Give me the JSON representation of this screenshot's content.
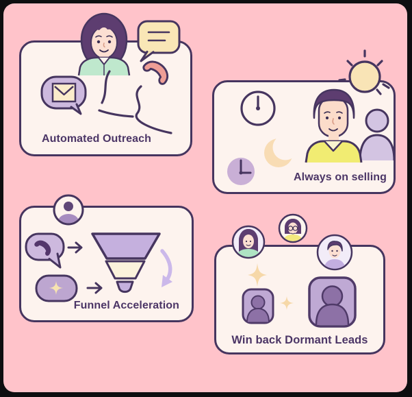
{
  "canvas": {
    "background_color": "#ffc3ca",
    "frame_color": "#0e0e10",
    "card_background": "#fdf3ee",
    "outline_color": "#46355f",
    "text_color": "#4b3566"
  },
  "cards": [
    {
      "id": "automated-outreach",
      "label": "Automated Outreach",
      "icons": [
        "woman-illustration",
        "chat-bubble-icon",
        "phone-icon",
        "email-bubble-icon",
        "motion-lines"
      ]
    },
    {
      "id": "always-on-selling",
      "label": "Always on selling",
      "icons": [
        "sun-icon",
        "clock-icon",
        "moon-icon",
        "night-clock-icon",
        "man-illustration",
        "person-silhouette-icon"
      ]
    },
    {
      "id": "funnel-acceleration",
      "label": "Funnel Acceleration",
      "icons": [
        "user-avatar-icon",
        "phone-bubble-icon",
        "arrow-right-icon",
        "funnel-icon",
        "curved-arrow-icon",
        "sparkle-pill-icon"
      ]
    },
    {
      "id": "win-back-dormant-leads",
      "label": "Win back Dormant Leads",
      "icons": [
        "avatar-woman-icon",
        "avatar-woman-glasses-icon",
        "avatar-man-icon",
        "sparkle-icon",
        "person-card-small-icon",
        "person-card-large-icon"
      ]
    }
  ],
  "colors": {
    "lavender": "#cdb9de",
    "purple": "#bda6d0",
    "deep_purple": "#8d71a6",
    "hair_purple": "#5d3d70",
    "cream_yellow": "#f9e6b6",
    "salmon": "#ee9e96",
    "peach": "#f8dcb4",
    "mint": "#bfe8cd",
    "shirt_yellow": "#f1ec72",
    "tan_sparkle": "#f6d8a8",
    "skin": "#fcdfd2"
  }
}
